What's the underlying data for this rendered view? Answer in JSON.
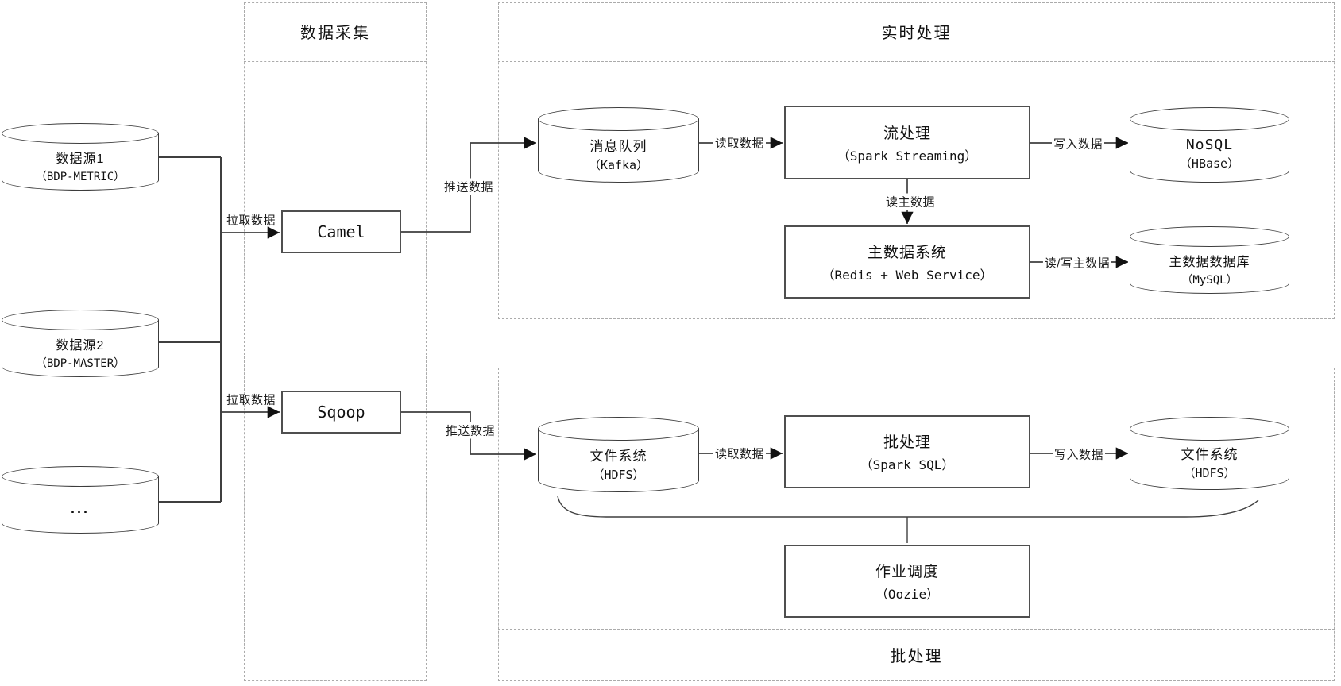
{
  "containers": {
    "collection": {
      "title": "数据采集"
    },
    "realtime": {
      "title": "实时处理"
    },
    "batch": {
      "title": "批处理"
    }
  },
  "sources": {
    "s1": {
      "line1": "数据源1",
      "line2": "（BDP-METRIC）"
    },
    "s2": {
      "line1": "数据源2",
      "line2": "（BDP-MASTER）"
    },
    "s3": {
      "line1": "..."
    }
  },
  "collection_nodes": {
    "camel": {
      "label": "Camel"
    },
    "sqoop": {
      "label": "Sqoop"
    }
  },
  "realtime_nodes": {
    "kafka": {
      "line1": "消息队列",
      "line2": "（Kafka）"
    },
    "stream": {
      "line1": "流处理",
      "line2": "（Spark Streaming）"
    },
    "nosql": {
      "line1": "NoSQL",
      "line2": "（HBase）"
    },
    "mds": {
      "line1": "主数据系统",
      "line2": "（Redis + Web Service）"
    },
    "mdb": {
      "line1": "主数据数据库",
      "line2": "（MySQL）"
    }
  },
  "batch_nodes": {
    "hdfs_in": {
      "line1": "文件系统",
      "line2": "（HDFS）"
    },
    "spark_sql": {
      "line1": "批处理",
      "line2": "（Spark SQL）"
    },
    "hdfs_out": {
      "line1": "文件系统",
      "line2": "（HDFS）"
    },
    "oozie": {
      "line1": "作业调度",
      "line2": "（Oozie）"
    }
  },
  "edge_labels": {
    "pull1": "拉取数据",
    "pull2": "拉取数据",
    "push1": "推送数据",
    "push2": "推送数据",
    "read1": "读取数据",
    "read2": "读取数据",
    "write1": "写入数据",
    "write2": "写入数据",
    "read_master": "读主数据",
    "rw_master": "读/写主数据"
  },
  "colors": {
    "line": "#3f3f3f",
    "box_border": "#4f4f4f",
    "container_border": "#ababab",
    "background": "#ffffff",
    "text": "#111111"
  }
}
